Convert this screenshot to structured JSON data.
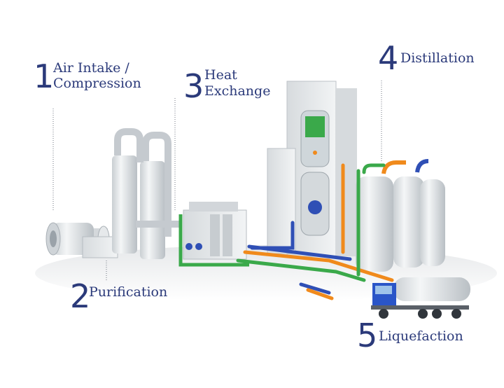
{
  "steps": [
    {
      "number": "1",
      "line1": "Air Intake /",
      "line2": "Compression"
    },
    {
      "number": "2",
      "line1": "Purification",
      "line2": ""
    },
    {
      "number": "3",
      "line1": "Heat",
      "line2": "Exchange"
    },
    {
      "number": "4",
      "line1": "Distillation",
      "line2": ""
    },
    {
      "number": "5",
      "line1": "Liquefaction",
      "line2": ""
    }
  ],
  "colors": {
    "label": "#2b3a7a",
    "pipe_green": "#3aa94a",
    "pipe_orange": "#f08a1c",
    "pipe_blue": "#2f4fb5",
    "equipment": "#dfe3e6",
    "truck_cab": "#2a55c8"
  }
}
